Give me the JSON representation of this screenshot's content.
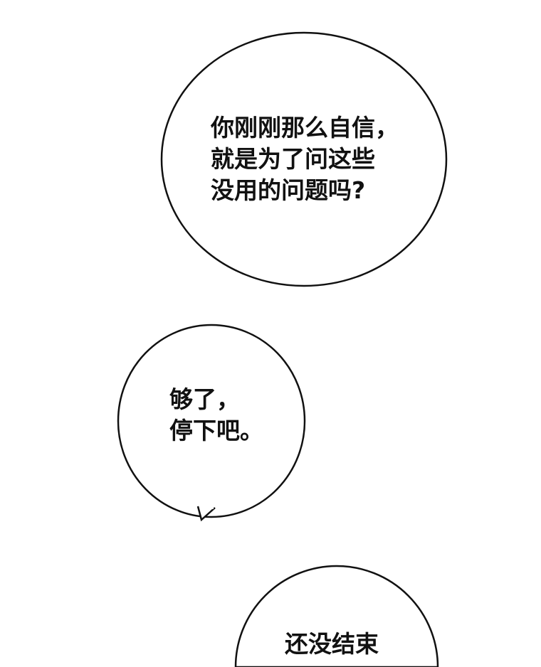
{
  "bubbles": [
    {
      "lines": [
        "你刚刚那么自信，",
        "就是为了问这些",
        "没用的问题吗?"
      ]
    },
    {
      "lines": [
        "够了，",
        "停下吧。"
      ]
    },
    {
      "lines": [
        "还没结束"
      ]
    }
  ]
}
